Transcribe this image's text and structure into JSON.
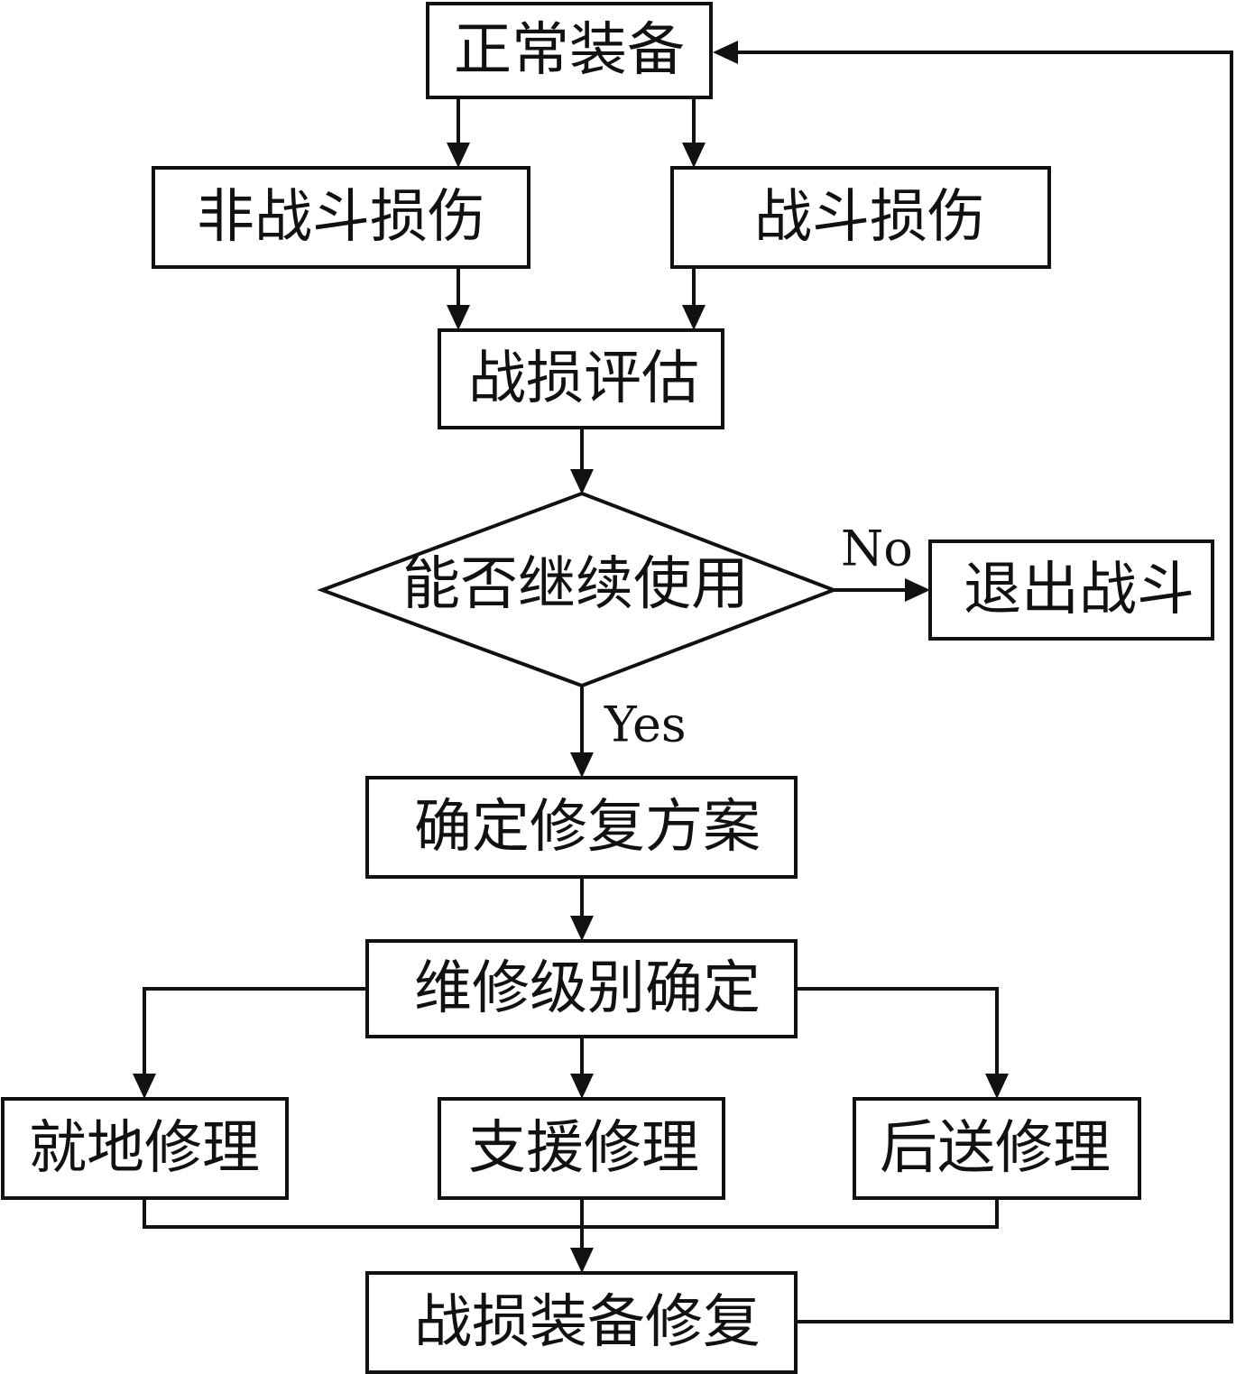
{
  "nodes": {
    "normal": "正常装备",
    "non_combat": "非战斗损伤",
    "combat": "战斗损伤",
    "assess": "战损评估",
    "decision": "能否继续使用",
    "withdraw": "退出战斗",
    "plan": "确定修复方案",
    "level": "维修级别确定",
    "onsite": "就地修理",
    "support": "支援修理",
    "rear": "后送修理",
    "restore": "战损装备修复"
  },
  "edges": {
    "no": "No",
    "yes": "Yes"
  },
  "colors": {
    "stroke": "#111111",
    "background": "#ffffff"
  }
}
